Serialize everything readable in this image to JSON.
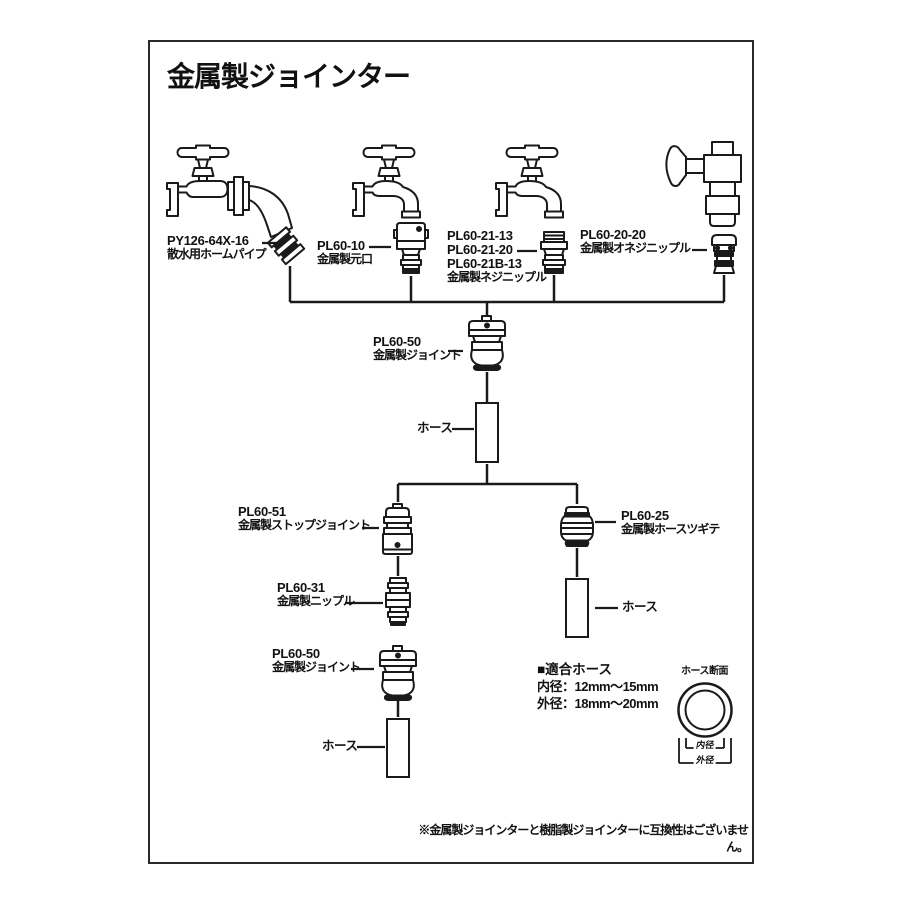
{
  "title": "金属製ジョインター",
  "parts": {
    "home_pipe": {
      "code": "PY126-64X-16",
      "name": "散水用ホームパイプ"
    },
    "motoguchi": {
      "code": "PL60-10",
      "name": "金属製元口"
    },
    "neji_nipple": {
      "code1": "PL60-21-13",
      "code2": "PL60-21-20",
      "code3": "PL60-21B-13",
      "name": "金属製ネジニップル"
    },
    "oneji_nipple": {
      "code": "PL60-20-20",
      "name": "金属製オネジニップル"
    },
    "joint_top": {
      "code": "PL60-50",
      "name": "金属製ジョイント"
    },
    "stop_joint": {
      "code": "PL60-51",
      "name": "金属製ストップジョイント"
    },
    "nipple": {
      "code": "PL60-31",
      "name": "金属製ニップル"
    },
    "joint_bottom": {
      "code": "PL60-50",
      "name": "金属製ジョイント"
    },
    "hose_tsugite": {
      "code": "PL60-25",
      "name": "金属製ホースツギテ"
    }
  },
  "labels": {
    "hose": "ホース"
  },
  "hose_spec": {
    "heading": "■適合ホース",
    "inner_diameter": "内径：12mm～15mm",
    "outer_diameter": "外径：18mm～20mm"
  },
  "cross_section": {
    "title": "ホース断面",
    "inner_label": "内径",
    "outer_label": "外径"
  },
  "note": "※金属製ジョインターと樹脂製ジョインターに互換性はございません。",
  "colors": {
    "line": "#1a1a1a",
    "background": "#ffffff"
  }
}
